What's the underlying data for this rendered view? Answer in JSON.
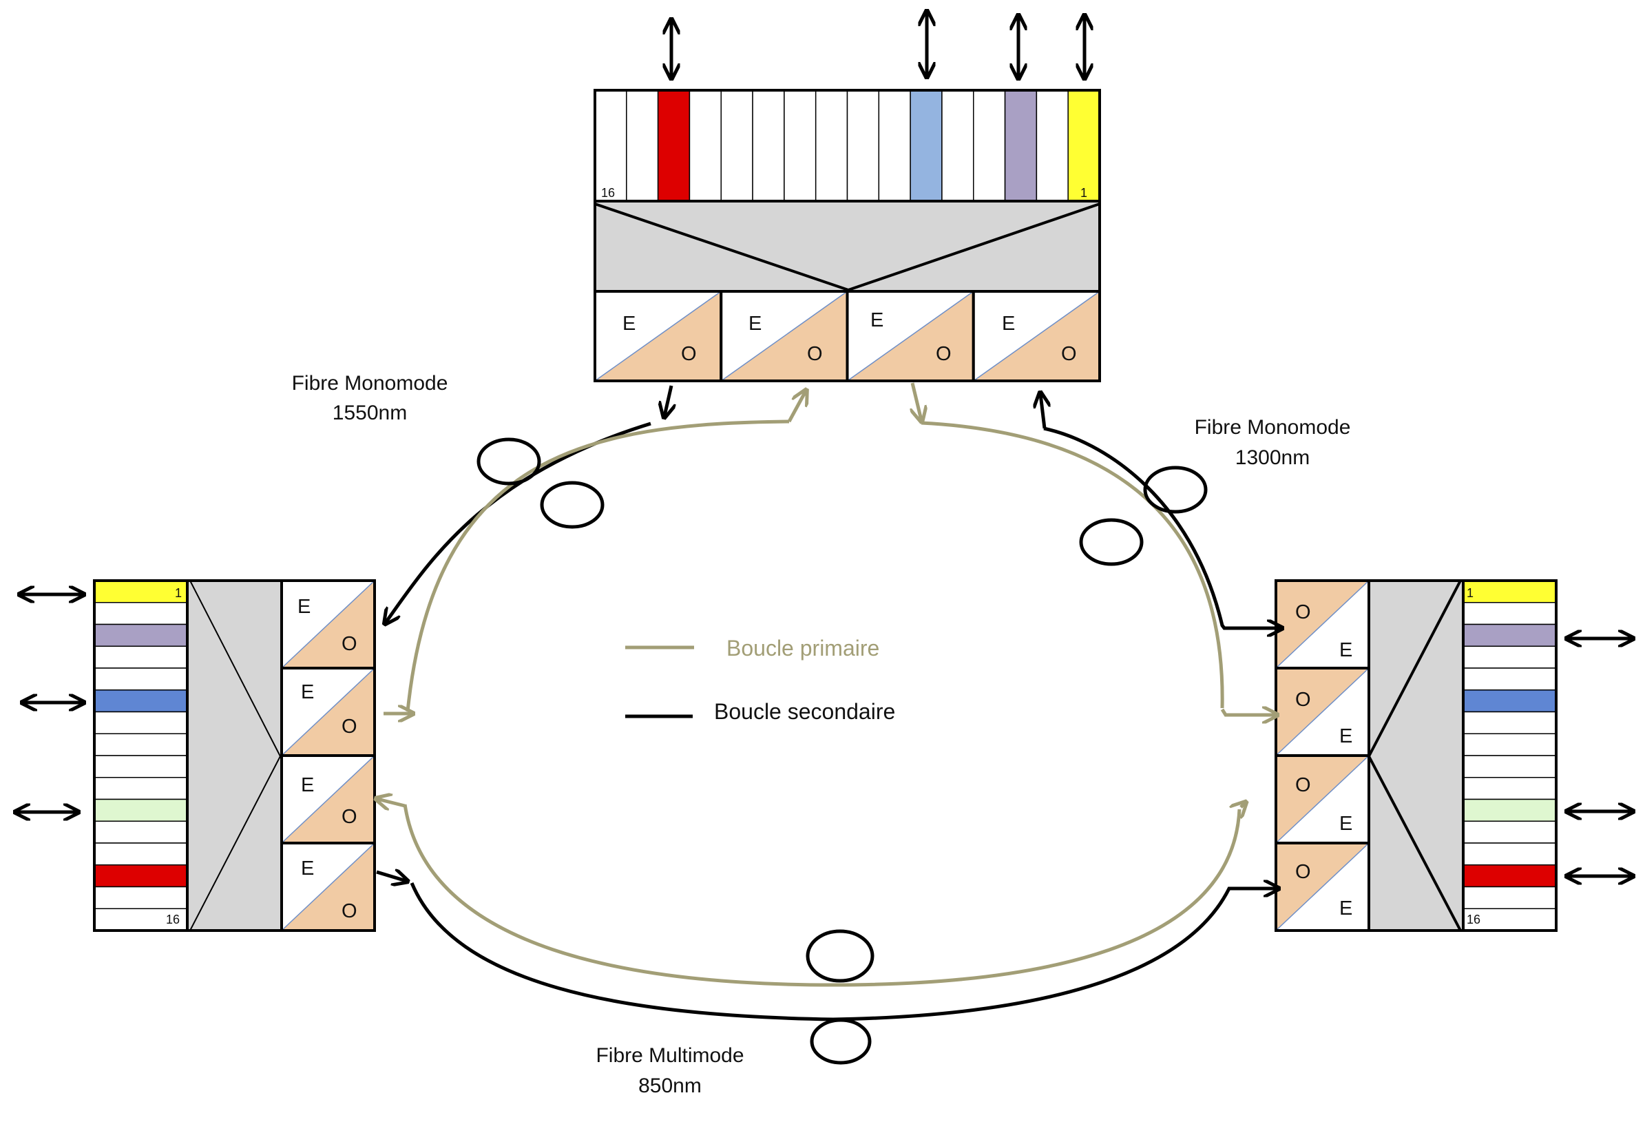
{
  "colors": {
    "primary_loop": "#a29e76",
    "secondary_loop": "#000000",
    "eo_fill": "#f1cba4",
    "coupler_fill": "#d6d6d6",
    "red": "#dd0000",
    "yellow": "#ffff33",
    "light_blue": "#94b4e0",
    "lavender": "#a9a0c4",
    "medium_blue": "#5f86d3",
    "light_green": "#dff7d0"
  },
  "labels": {
    "fibre_1550_line1": "Fibre Monomode",
    "fibre_1550_line2": "1550nm",
    "fibre_1300_line1": "Fibre Monomode",
    "fibre_1300_line2": "1300nm",
    "fibre_850_line1": "Fibre Multimode",
    "fibre_850_line2": "850nm"
  },
  "legend": {
    "primary": "Boucle primaire",
    "secondary": "Boucle secondaire"
  },
  "nodes": {
    "top": {
      "channel_first": "16",
      "channel_last": "1",
      "modules": [
        {
          "e": "E",
          "o": "O"
        },
        {
          "e": "E",
          "o": "O"
        },
        {
          "e": "E",
          "o": "O"
        },
        {
          "e": "E",
          "o": "O"
        }
      ]
    },
    "left": {
      "channel_first": "1",
      "channel_last": "16",
      "modules": [
        {
          "e": "E",
          "o": "O"
        },
        {
          "e": "E",
          "o": "O"
        },
        {
          "e": "E",
          "o": "O"
        },
        {
          "e": "E",
          "o": "O"
        }
      ]
    },
    "right": {
      "channel_first": "1",
      "channel_last": "16",
      "modules": [
        {
          "e": "E",
          "o": "O"
        },
        {
          "e": "E",
          "o": "O"
        },
        {
          "e": "E",
          "o": "O"
        },
        {
          "e": "E",
          "o": "O"
        }
      ]
    }
  }
}
